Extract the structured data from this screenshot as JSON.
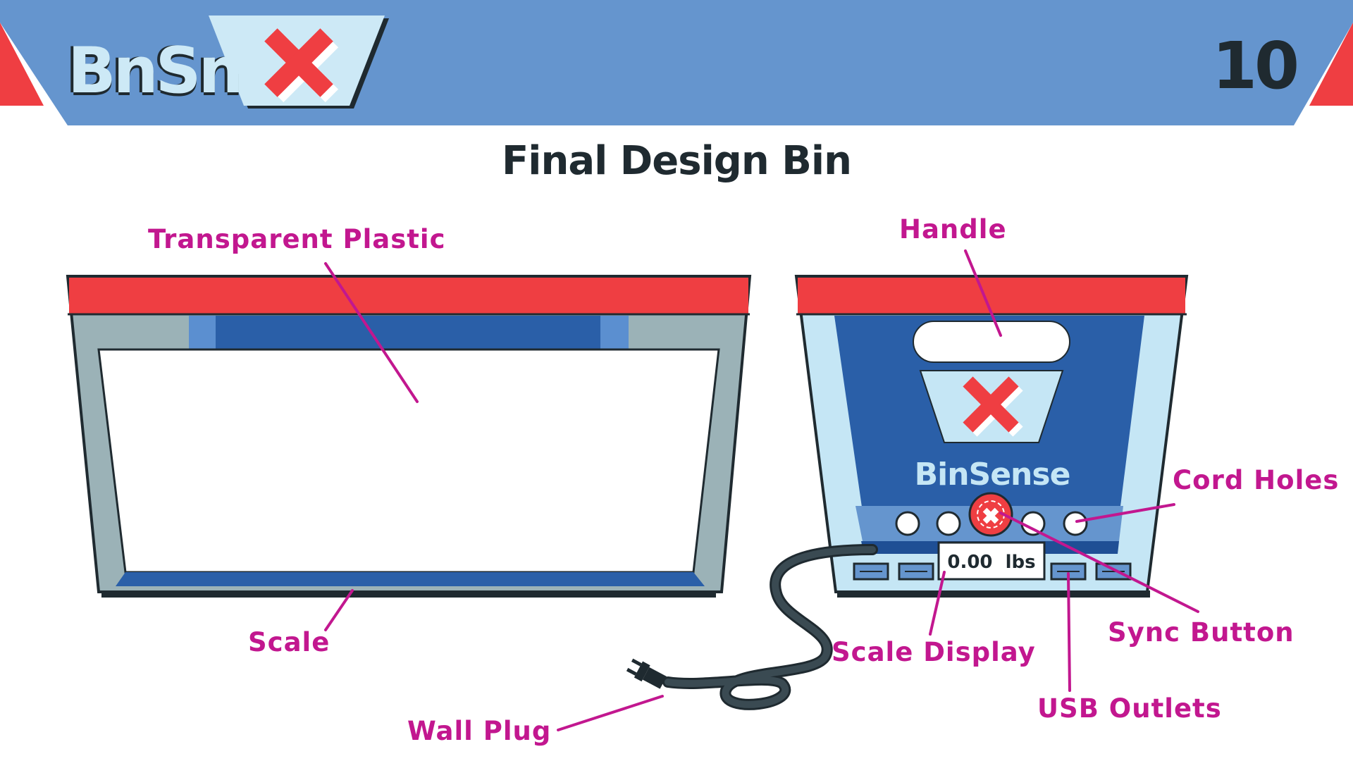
{
  "header": {
    "logo_text": "BnSn",
    "page_number": "10"
  },
  "title": "Final Design Bin",
  "bin_front": {
    "brand_text": "BinSense",
    "scale_display": "0.00  lbs"
  },
  "labels": {
    "transparent_plastic": "Transparent Plastic",
    "scale": "Scale",
    "handle": "Handle",
    "cord_holes": "Cord Holes",
    "sync_button": "Sync Button",
    "scale_display": "Scale Display",
    "usb_outlets": "USB Outlets",
    "wall_plug": "Wall Plug"
  },
  "colors": {
    "header_blue": "#6595ce",
    "accent_red": "#ef3e42",
    "dark": "#1f2a30",
    "label_magenta": "#c2178f",
    "bin_dark_blue": "#2a5fa8",
    "bin_light_blue": "#c5e6f5",
    "bin_gray": "#9bb2b7"
  },
  "icons": [
    "x-logo-icon",
    "usb-port-icon",
    "cord-hole-icon",
    "sync-button-icon",
    "wall-plug-icon"
  ]
}
